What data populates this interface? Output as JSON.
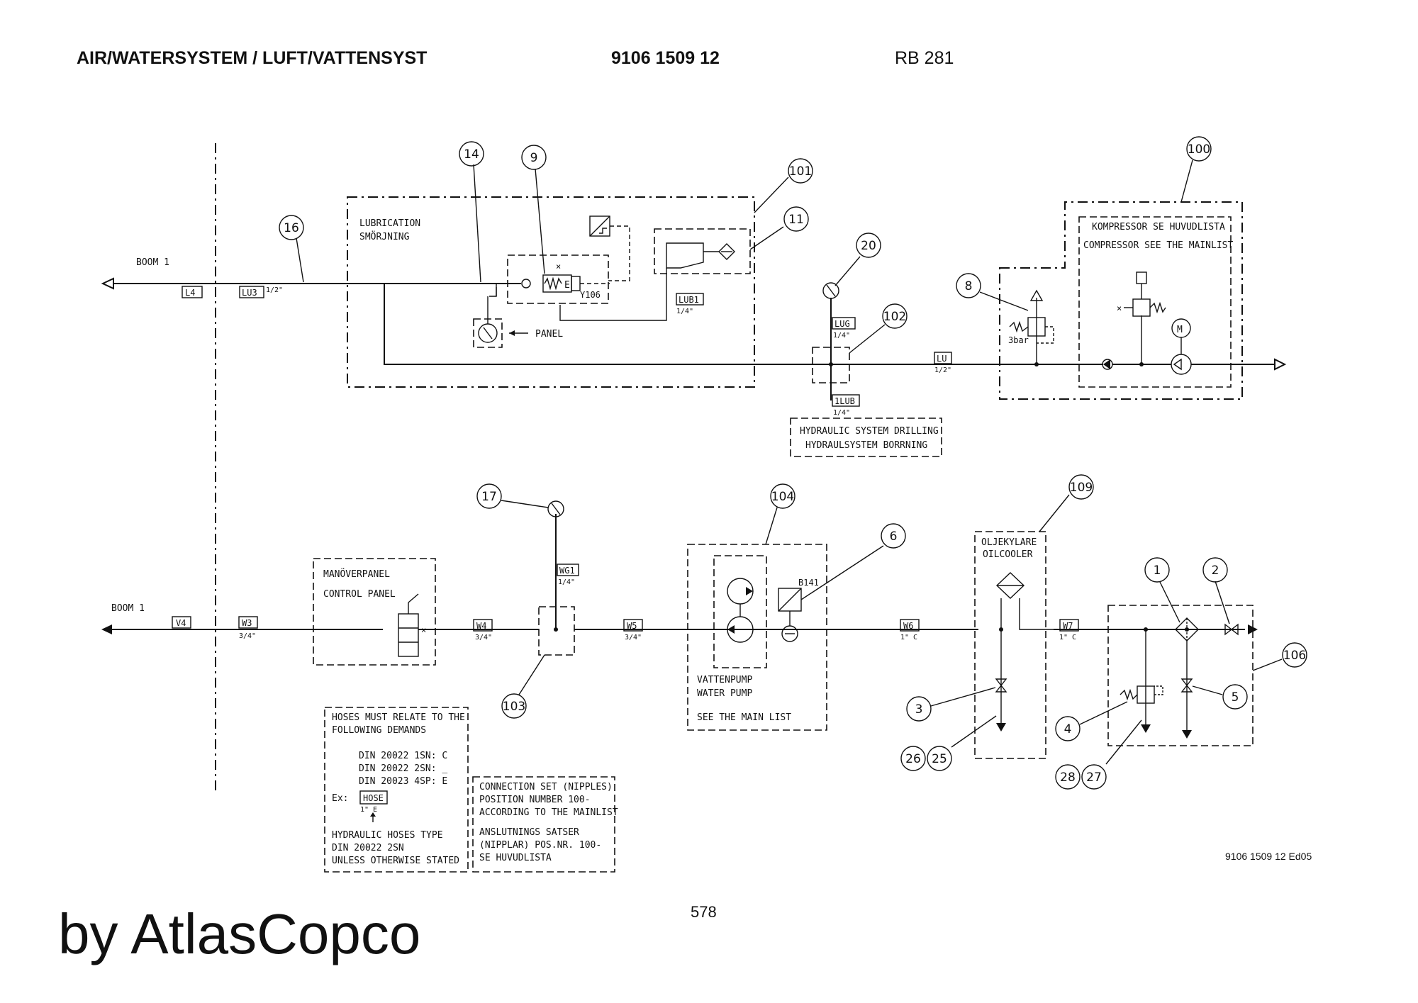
{
  "header": {
    "title": "AIR/WATERSYSTEM / LUFT/VATTENSYST",
    "part_number": "9106 1509 12",
    "model": "RB 281"
  },
  "footer": {
    "brand": "by AtlasCopco",
    "page_number": "578",
    "drawing_number": "9106 1509 12 Ed05"
  },
  "diagram": {
    "top": {
      "boom": "BOOM 1",
      "lubrication_box": [
        "LUBRICATION",
        "SMÖRJNING"
      ],
      "panel_label": "PANEL",
      "valve_code": "Y106",
      "compressor_box": [
        "KOMPRESSOR SE HUVUDLISTA",
        "COMPRESSOR SEE THE MAINLIST"
      ],
      "pressure": "3bar",
      "hydraulic_box": [
        "HYDRAULIC SYSTEM DRILLING",
        "HYDRAULSYSTEM BORRNING"
      ],
      "motor": "M",
      "tags": {
        "l4": "L4",
        "lu3": "LU3",
        "lu3_size": "1/2\"",
        "lub1": "LUB1",
        "lub1_size": "1/4\"",
        "lug": "LUG",
        "lug_size": "1/4\"",
        "lu": "LU",
        "lu_size": "1/2\"",
        "ilub": "1LUB",
        "ilub_size": "1/4\""
      },
      "bubbles": {
        "b16": "16",
        "b14": "14",
        "b9": "9",
        "b101": "101",
        "b11": "11",
        "b20": "20",
        "b102": "102",
        "b8": "8",
        "b100": "100"
      }
    },
    "bottom": {
      "boom": "BOOM 1",
      "control_panel": [
        "MANÖVERPANEL",
        "CONTROL PANEL"
      ],
      "pump_box": [
        "VATTENPUMP",
        "WATER PUMP"
      ],
      "main_list": "SEE THE MAIN LIST",
      "sensor_code": "B141",
      "oilcooler": [
        "OLJEKYLARE",
        "OILCOOLER"
      ],
      "tags": {
        "v4": "V4",
        "w3": "W3",
        "w3_size": "3/4\"",
        "w4": "W4",
        "w4_size": "3/4\"",
        "wg1": "WG1",
        "wg1_size": "1/4\"",
        "w5": "W5",
        "w5_size": "3/4\"",
        "w6": "W6",
        "w6_size": "1\" C",
        "w7": "W7",
        "w7_size": "1\" C"
      },
      "bubbles": {
        "b17": "17",
        "b103": "103",
        "b104": "104",
        "b6": "6",
        "b109": "109",
        "b1": "1",
        "b2": "2",
        "b106": "106",
        "b3": "3",
        "b26": "26",
        "b25": "25",
        "b4": "4",
        "b28": "28",
        "b27": "27",
        "b5": "5"
      }
    },
    "notes": {
      "hoses": [
        "HOSES MUST RELATE TO THE",
        "FOLLOWING DEMANDS",
        "DIN 20022 1SN: C",
        "DIN 20022 2SN: _",
        "DIN 20023 4SP: E"
      ],
      "example_label": "Ex:",
      "example_hose": "HOSE",
      "example_code": "1\" E",
      "hydraulic": [
        "HYDRAULIC HOSES TYPE",
        "DIN 20022 2SN",
        "UNLESS OTHERWISE STATED"
      ],
      "connection": [
        "CONNECTION SET (NIPPLES)",
        "POSITION NUMBER 100-",
        "ACCORDING TO THE MAINLIST",
        "ANSLUTNINGS SATSER",
        "(NIPPLAR) POS.NR. 100-",
        "SE HUVUDLISTA"
      ]
    }
  }
}
